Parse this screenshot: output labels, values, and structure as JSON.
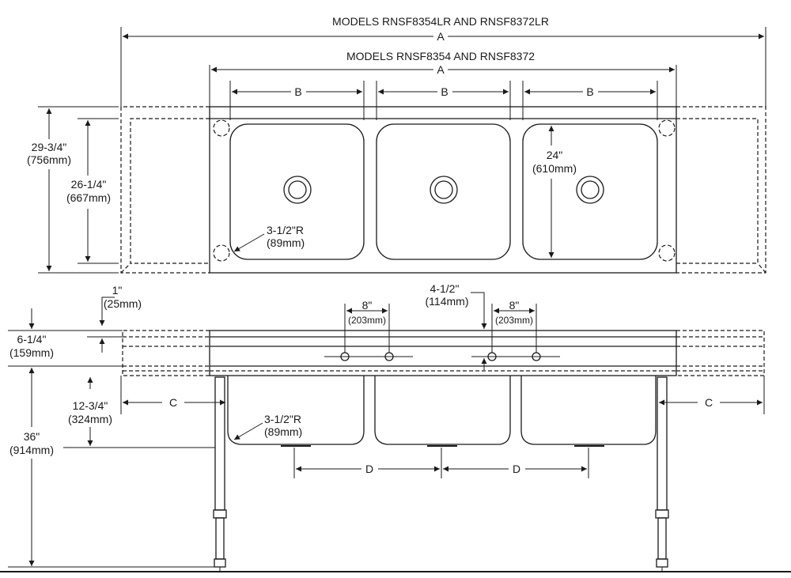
{
  "header": {
    "models_lr": "MODELS RNSF8354LR AND RNSF8372LR",
    "models_std": "MODELS RNSF8354 AND RNSF8372"
  },
  "dims": {
    "a": "A",
    "b": "B",
    "c": "C",
    "d": "D",
    "overall_depth": "29-3/4\"",
    "overall_depth_mm": "(756mm)",
    "front_to_back": "26-1/4\"",
    "front_to_back_mm": "(667mm)",
    "bowl_depth": "24\"",
    "bowl_depth_mm": "(610mm)",
    "corner_radius": "3-1/2\"R",
    "corner_radius_mm": "(89mm)",
    "rim": "1\"",
    "rim_mm": "(25mm)",
    "splash": "6-1/4\"",
    "splash_mm": "(159mm)",
    "faucet_spacing": "8\"",
    "faucet_spacing_mm": "(203mm)",
    "faucet_height": "4-1/2\"",
    "faucet_height_mm": "(114mm)",
    "bowl_height": "12-3/4\"",
    "bowl_height_mm": "(324mm)",
    "floor_height": "36\"",
    "floor_height_mm": "(914mm)"
  },
  "colors": {
    "ink": "#1a1a1a",
    "background": "#ffffff"
  }
}
